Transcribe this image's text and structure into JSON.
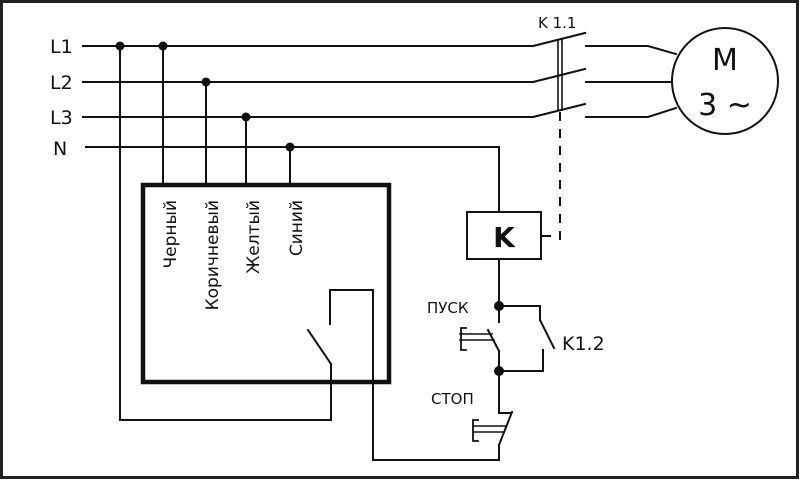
{
  "diagram": {
    "type": "electrical-schematic",
    "description": "Three-phase motor start/stop circuit with phase-monitoring relay",
    "colors": {
      "line": "#111111",
      "background": "#ffffff"
    },
    "bus_lines": [
      {
        "id": "L1",
        "label": "L1"
      },
      {
        "id": "L2",
        "label": "L2"
      },
      {
        "id": "L3",
        "label": "L3"
      },
      {
        "id": "N",
        "label": "N"
      }
    ],
    "relay_block": {
      "wire_labels": [
        "Черный",
        "Коричневый",
        "Желтый",
        "Синий"
      ],
      "wire_connections": [
        "L1",
        "L2",
        "L3",
        "N"
      ]
    },
    "contactor": {
      "coil_label": "K",
      "main_contacts_label": "K 1.1",
      "aux_contact_label": "K1.2"
    },
    "motor": {
      "label_top": "M",
      "label_bottom": "3 ~"
    },
    "buttons": {
      "start_label": "ПУСК",
      "stop_label": "СТОП"
    }
  }
}
